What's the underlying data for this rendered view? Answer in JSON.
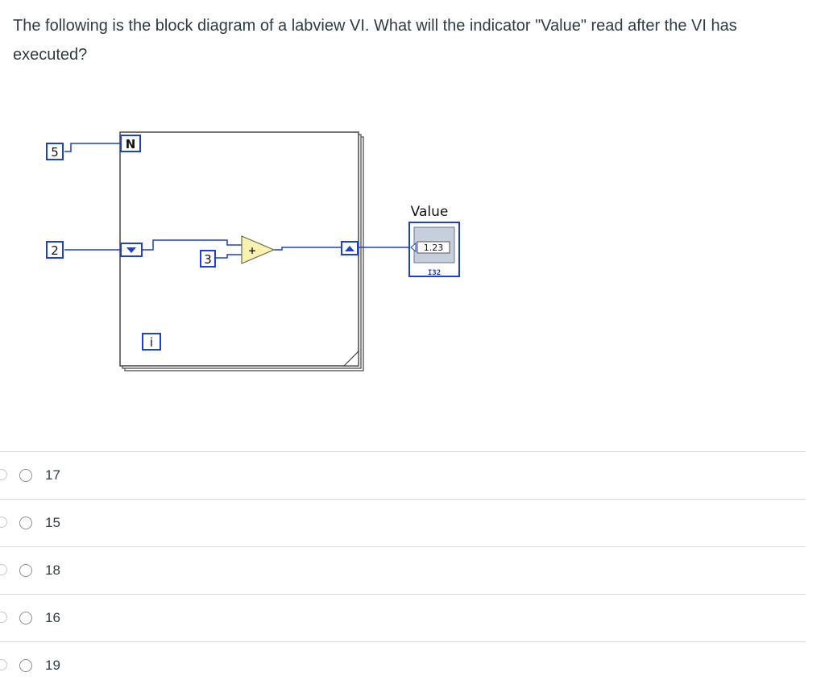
{
  "question": {
    "text": "The following is the block diagram of a labview VI. What will the indicator \"Value\" read after the VI has executed?"
  },
  "diagram": {
    "count_constant": "5",
    "shift_init_constant": "2",
    "add_constant": "3",
    "count_terminal": "N",
    "iteration_terminal": "i",
    "indicator_label": "Value",
    "indicator_display": "1.23",
    "indicator_type": "I32",
    "add_symbol": "+"
  },
  "answers": [
    {
      "label": "17"
    },
    {
      "label": "15"
    },
    {
      "label": "18"
    },
    {
      "label": "16"
    },
    {
      "label": "19"
    }
  ],
  "colors": {
    "wire": "#1f3fd1",
    "loop_border": "#555555",
    "add_fill": "#f8f2b0",
    "indicator_fill": "#c7cedc"
  }
}
